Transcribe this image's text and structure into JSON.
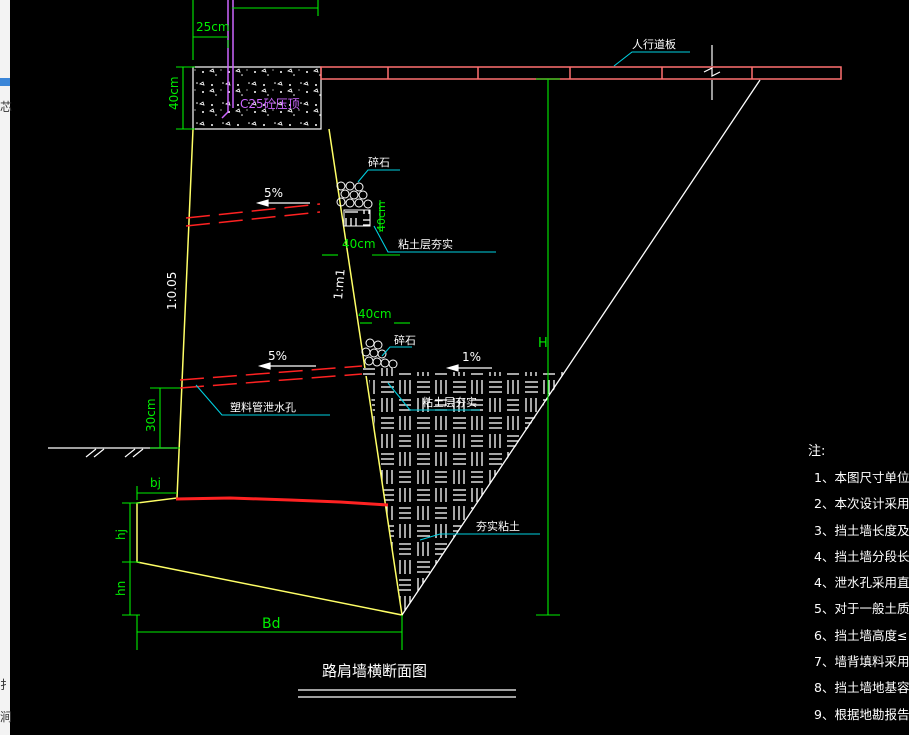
{
  "sidebar": {
    "fragment_top": "芯",
    "fragment_mid": "扌",
    "fragment_bot": "涧"
  },
  "labels": {
    "dim_25": "25cm",
    "dim_40_top": "40cm",
    "c25": "C25砼压顶",
    "sidewalk": "人行道板",
    "slope_5a": "5%",
    "slope_5b": "5%",
    "slope_1": "1%",
    "ratio_front": "1:0.05",
    "ratio_back": "1:m1",
    "dim_30": "30cm",
    "dim_40_mid": "40cm",
    "dim_40_low": "40cm",
    "dim_40_side": "40cm",
    "crushed_1": "碎石",
    "crushed_2": "碎石",
    "clay_1": "粘土层夯实",
    "clay_2": "粘土层夯实",
    "drain_pipe": "塑料管泄水孔",
    "compacted": "夯实粘土",
    "H": "H",
    "bj": "bj",
    "hj": "hj",
    "hn": "hn",
    "Bd": "Bd",
    "title": "路肩墙横断面图"
  },
  "notes": {
    "title": "注:",
    "items": [
      "1、本图尺寸单位",
      "2、本次设计采用",
      "3、挡土墙长度及",
      "4、挡土墙分段长",
      "4、泄水孔采用直",
      "5、对于一般土质",
      "6、挡土墙高度≤",
      "7、墙背填料采用",
      "8、挡土墙地基容",
      "9、根据地勘报告"
    ]
  },
  "colors": {
    "wall": "#ffff66",
    "dimension": "#00ee00",
    "leader": "#00cfe0",
    "drain": "#ff2222",
    "white": "#ffffff"
  }
}
